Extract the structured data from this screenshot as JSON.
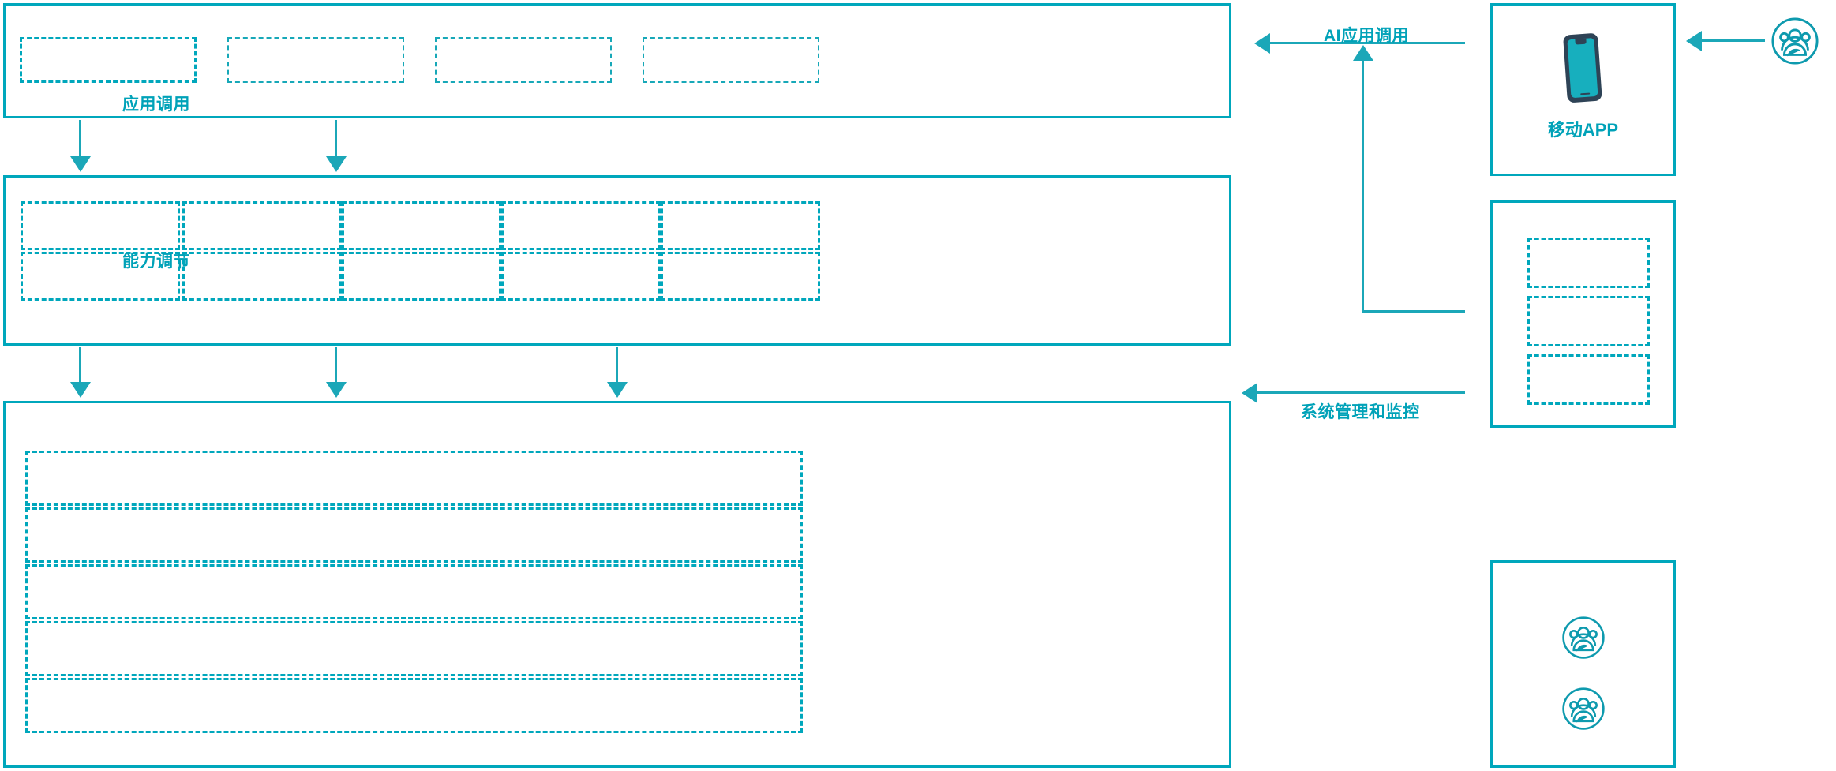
{
  "theme": {
    "accent": "#00A7BC",
    "accent_text": "#00A2B8",
    "phone_body": "#2E4356",
    "phone_screen": "#17AFBE",
    "background": "#FFFFFF"
  },
  "diagram": {
    "type": "layered-architecture",
    "orientation": "left-stack-with-right-actors"
  },
  "layers": [
    {
      "id": "applications",
      "name": "application-layer",
      "cells": [
        {
          "label": ""
        },
        {
          "label": ""
        },
        {
          "label": ""
        },
        {
          "label": ""
        }
      ]
    },
    {
      "id": "abilities",
      "name": "ability-layer",
      "columns": 5,
      "rows": 2,
      "cells": [
        {
          "label": ""
        },
        {
          "label": ""
        },
        {
          "label": ""
        },
        {
          "label": ""
        },
        {
          "label": ""
        },
        {
          "label": ""
        },
        {
          "label": ""
        },
        {
          "label": ""
        },
        {
          "label": ""
        },
        {
          "label": ""
        }
      ]
    },
    {
      "id": "platform",
      "name": "platform-layer",
      "bands": [
        {
          "label": ""
        },
        {
          "label": ""
        },
        {
          "label": ""
        },
        {
          "label": ""
        },
        {
          "label": ""
        }
      ]
    }
  ],
  "flows": [
    {
      "id": "app-call",
      "label": "应用调用",
      "direction": "down"
    },
    {
      "id": "ability-call",
      "label": "能力调节",
      "direction": "down"
    },
    {
      "id": "ai-app-call",
      "label": "AI应用调用",
      "direction": "left"
    },
    {
      "id": "sys-monitor",
      "label": "系统管理和监控",
      "direction": "left"
    }
  ],
  "actors": {
    "mobile": {
      "label": "移动APP",
      "icon": "mobile-phone-icon"
    },
    "systems": {
      "label": "",
      "cells": [
        {
          "label": ""
        },
        {
          "label": ""
        },
        {
          "label": ""
        }
      ]
    },
    "users": {
      "label": "",
      "icons": [
        "user-group-icon",
        "user-group-icon"
      ]
    },
    "external_user": {
      "label": "",
      "icon": "user-group-icon"
    }
  }
}
